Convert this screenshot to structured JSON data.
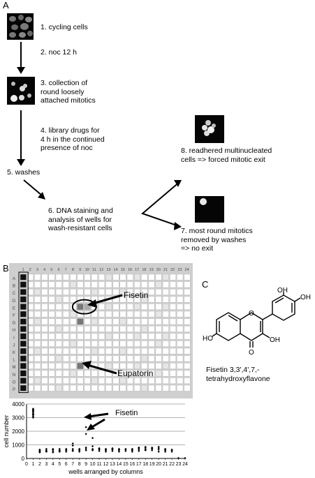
{
  "panel_a": {
    "letter": "A",
    "steps": {
      "s1": "1. cycling cells",
      "s2": "2. noc 12 h",
      "s3": "3. collection of\nround loosely\nattached mitotics",
      "s4": "4. library drugs for\n4 h in the continued\npresence of noc",
      "s5": "5. washes",
      "s6": "6. DNA staining and\nanalysis of wells for\nwash-resistant cells",
      "s8": "8. readhered multinucleated\ncells => forced mitotic exit",
      "s7": "7. most round mitotics\nremoved by washes\n=> no exit"
    }
  },
  "panel_b": {
    "letter": "B",
    "plate": {
      "column_labels": [
        "1",
        "2",
        "3",
        "4",
        "5",
        "6",
        "7",
        "8",
        "9",
        "10",
        "11",
        "12",
        "13",
        "14",
        "15",
        "16",
        "17",
        "18",
        "19",
        "20",
        "21",
        "22",
        "23",
        "24"
      ],
      "row_labels": [
        "A",
        "B",
        "C",
        "D",
        "E",
        "F",
        "G",
        "H",
        "I",
        "J",
        "K",
        "L",
        "M",
        "N",
        "O",
        "P"
      ],
      "callout_top": "Fisetin",
      "callout_bottom": "Eupatorin"
    },
    "chart_data": {
      "type": "scatter",
      "title": "",
      "xlabel": "wells arranged by columns",
      "ylabel": "cell number",
      "x_ticks": [
        "0",
        "1",
        "2",
        "3",
        "4",
        "5",
        "6",
        "7",
        "8",
        "9",
        "10",
        "11",
        "12",
        "13",
        "14",
        "15",
        "16",
        "17",
        "18",
        "19",
        "20",
        "21",
        "22",
        "23",
        "24"
      ],
      "y_ticks": [
        "0",
        "1000",
        "2000",
        "3000",
        "4000"
      ],
      "xlim": [
        0,
        24
      ],
      "ylim": [
        0,
        4000
      ],
      "grid": "horizontal",
      "annotation": "Fisetin",
      "series": [
        {
          "points": [
            [
              1,
              3000
            ],
            [
              1,
              3100
            ],
            [
              1,
              3200
            ],
            [
              1,
              3300
            ],
            [
              1,
              3400
            ],
            [
              1,
              3500
            ],
            [
              1,
              3550
            ],
            [
              1,
              3600
            ],
            [
              1,
              3650
            ],
            [
              1,
              3100
            ],
            [
              1,
              3250
            ],
            [
              1,
              3450
            ],
            [
              2,
              450
            ],
            [
              2,
              550
            ],
            [
              2,
              600
            ],
            [
              2,
              650
            ],
            [
              2,
              500
            ],
            [
              3,
              500
            ],
            [
              3,
              600
            ],
            [
              3,
              700
            ],
            [
              3,
              550
            ],
            [
              4,
              450
            ],
            [
              4,
              550
            ],
            [
              4,
              650
            ],
            [
              4,
              700
            ],
            [
              5,
              500
            ],
            [
              5,
              600
            ],
            [
              5,
              700
            ],
            [
              5,
              550
            ],
            [
              6,
              500
            ],
            [
              6,
              600
            ],
            [
              6,
              700
            ],
            [
              6,
              650
            ],
            [
              7,
              600
            ],
            [
              7,
              700
            ],
            [
              7,
              950
            ],
            [
              7,
              1100
            ],
            [
              7,
              550
            ],
            [
              8,
              500
            ],
            [
              8,
              600
            ],
            [
              8,
              700
            ],
            [
              8,
              650
            ],
            [
              9,
              600
            ],
            [
              9,
              700
            ],
            [
              9,
              1800
            ],
            [
              9,
              2300
            ],
            [
              9,
              800
            ],
            [
              10,
              600
            ],
            [
              10,
              700
            ],
            [
              10,
              900
            ],
            [
              10,
              1500
            ],
            [
              10,
              650
            ],
            [
              11,
              550
            ],
            [
              11,
              650
            ],
            [
              11,
              750
            ],
            [
              11,
              700
            ],
            [
              12,
              500
            ],
            [
              12,
              600
            ],
            [
              12,
              700
            ],
            [
              12,
              650
            ],
            [
              13,
              550
            ],
            [
              13,
              650
            ],
            [
              13,
              750
            ],
            [
              13,
              700
            ],
            [
              14,
              500
            ],
            [
              14,
              600
            ],
            [
              14,
              700
            ],
            [
              14,
              650
            ],
            [
              15,
              550
            ],
            [
              15,
              650
            ],
            [
              15,
              700
            ],
            [
              16,
              500
            ],
            [
              16,
              600
            ],
            [
              16,
              700
            ],
            [
              16,
              650
            ],
            [
              17,
              550
            ],
            [
              17,
              650
            ],
            [
              17,
              750
            ],
            [
              17,
              800
            ],
            [
              18,
              600
            ],
            [
              18,
              700
            ],
            [
              18,
              800
            ],
            [
              18,
              850
            ],
            [
              18,
              650
            ],
            [
              19,
              600
            ],
            [
              19,
              700
            ],
            [
              19,
              800
            ],
            [
              19,
              750
            ],
            [
              20,
              500
            ],
            [
              20,
              650
            ],
            [
              20,
              750
            ],
            [
              20,
              850
            ],
            [
              21,
              500
            ],
            [
              21,
              600
            ],
            [
              21,
              700
            ],
            [
              21,
              650
            ],
            [
              22,
              500
            ],
            [
              22,
              600
            ],
            [
              22,
              650
            ],
            [
              23,
              30
            ],
            [
              24,
              30
            ]
          ]
        }
      ]
    }
  },
  "panel_c": {
    "letter": "C",
    "atoms": {
      "oh_top_left": "OH",
      "oh_top_right": "OH",
      "ho_left": "HO",
      "oh_ring": "OH",
      "o_carbonyl": "O",
      "o_ring": "O"
    },
    "caption": "Fisetin 3,3',4',7,-tetrahydroxyflavone"
  }
}
